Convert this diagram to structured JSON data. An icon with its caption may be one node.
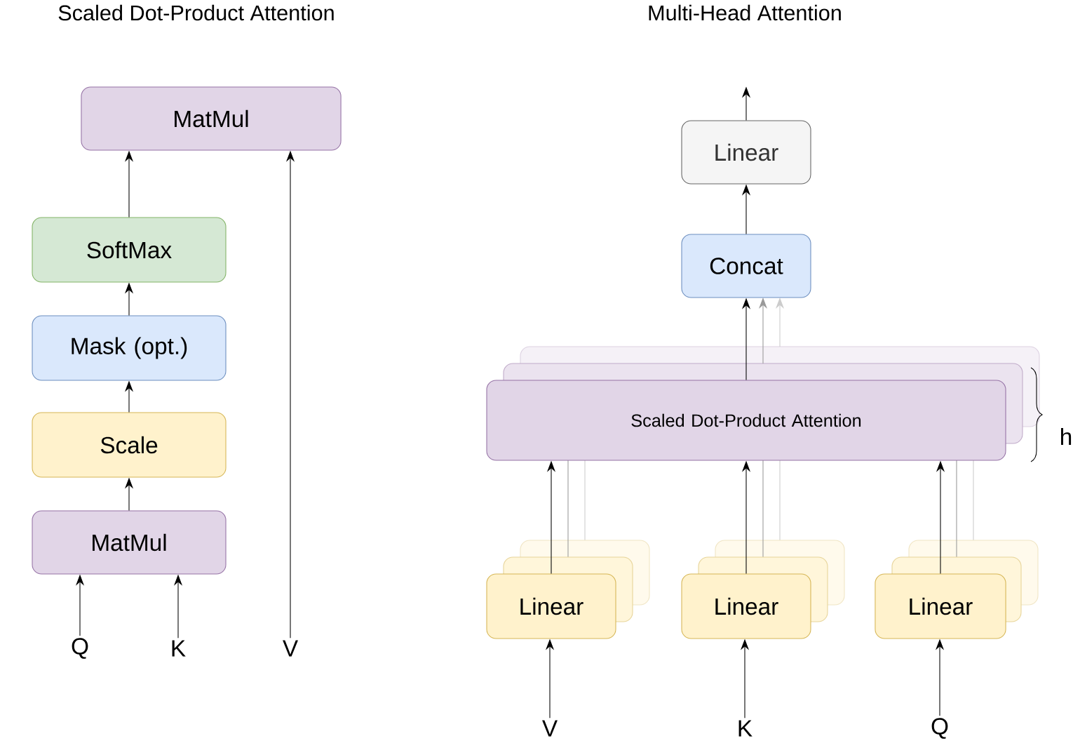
{
  "diagram": {
    "nodes": [
      {
        "text": [
          "MatMul"
        ]
      },
      {
        "text": [
          "SoftMax"
        ]
      },
      {
        "text": [
          "Mask (opt.)"
        ]
      },
      {
        "text": [
          "Scale"
        ]
      },
      {
        "text": [
          "MatMul"
        ]
      },
      {
        "text": [
          "Q"
        ]
      },
      {
        "text": [
          "K"
        ]
      },
      {
        "text": [
          "V"
        ]
      },
      {
        "text": [
          "Linear"
        ]
      },
      {
        "text": [
          "Concat"
        ]
      },
      {
        "text": [
          "Scaled Dot-Product Attention"
        ]
      },
      {
        "text": [
          "Linear"
        ]
      },
      {
        "text": [
          "Linear"
        ]
      },
      {
        "text": [
          "Linear"
        ]
      },
      {
        "text": [
          "V"
        ]
      },
      {
        "text": [
          "K"
        ]
      },
      {
        "text": [
          "Q"
        ]
      }
    ],
    "edges": [
      {
        "from": 1,
        "to": 0,
        "arrow": "to"
      },
      {
        "from": 2,
        "to": 1,
        "arrow": "to"
      },
      {
        "from": 3,
        "to": 2,
        "arrow": "to"
      },
      {
        "from": 4,
        "to": 3,
        "arrow": "to"
      },
      {
        "from": 5,
        "to": 4,
        "arrow": "to"
      },
      {
        "from": 6,
        "to": 4,
        "arrow": "to"
      },
      {
        "from": 7,
        "to": 0,
        "arrow": "to"
      },
      {
        "from": 8,
        "to": null,
        "arrow": "to"
      },
      {
        "from": 9,
        "to": 8,
        "arrow": "to"
      },
      {
        "from": 10,
        "to": 9,
        "arrow": "to"
      },
      {
        "from": 11,
        "to": 10,
        "arrow": "to"
      },
      {
        "from": 12,
        "to": 10,
        "arrow": "to"
      },
      {
        "from": 13,
        "to": 10,
        "arrow": "to"
      },
      {
        "from": 14,
        "to": 11,
        "arrow": "to"
      },
      {
        "from": 15,
        "to": 12,
        "arrow": "to"
      },
      {
        "from": 16,
        "to": 13,
        "arrow": "to"
      }
    ],
    "labels": [
      "Scaled Dot-Product Attention",
      "Multi-Head Attention",
      "h"
    ]
  }
}
